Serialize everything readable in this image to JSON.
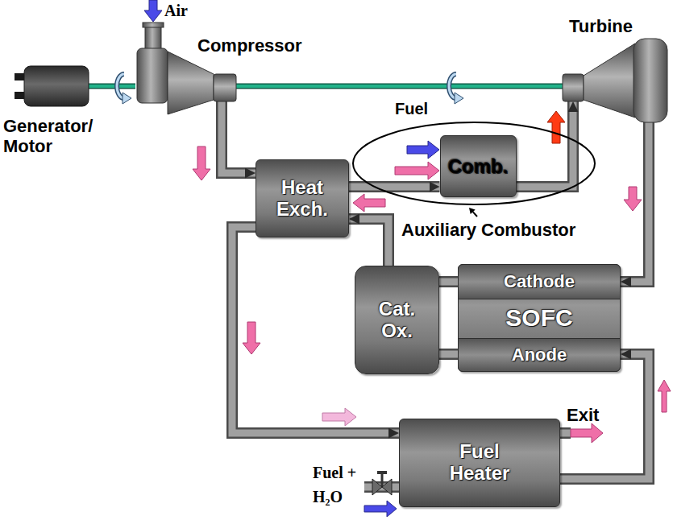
{
  "diagram": {
    "nodes": [
      {
        "text": [
          "Generator/ Motor"
        ]
      },
      {
        "text": [
          "Compressor"
        ]
      },
      {
        "text": [
          "Turbine"
        ]
      },
      {
        "text": [
          "Auxiliary Combustor"
        ]
      },
      {
        "text": [
          "Comb."
        ],
        "in": 3
      },
      {
        "text": [
          "Heat Exch."
        ]
      },
      {
        "text": [
          "Cat. Ox."
        ]
      },
      {
        "text": [
          "SOFC"
        ]
      },
      {
        "text": [
          "Cathode"
        ],
        "in": 7
      },
      {
        "text": [
          "Anode"
        ],
        "in": 7
      },
      {
        "text": [
          "Fuel Heater"
        ]
      }
    ],
    "edges": [
      {
        "from": 0,
        "to": 1,
        "arrow": "none"
      },
      {
        "from": 1,
        "to": 2,
        "arrow": "none"
      },
      {
        "from": 1,
        "to": 5,
        "arrow": "to"
      },
      {
        "from": 5,
        "to": 4,
        "arrow": "to"
      },
      {
        "from": 4,
        "to": 2,
        "arrow": "to"
      },
      {
        "from": 2,
        "to": 8,
        "arrow": "to"
      },
      {
        "from": 8,
        "to": 6,
        "arrow": "none"
      },
      {
        "from": 9,
        "to": 6,
        "arrow": "none"
      },
      {
        "from": 6,
        "to": 5,
        "arrow": "to"
      },
      {
        "from": 5,
        "to": 10,
        "arrow": "to"
      },
      {
        "from": 10,
        "to": 9,
        "arrow": "to"
      }
    ],
    "labels": [
      "Air",
      "Fuel",
      "Exit",
      "Fuel + H₂O"
    ]
  }
}
